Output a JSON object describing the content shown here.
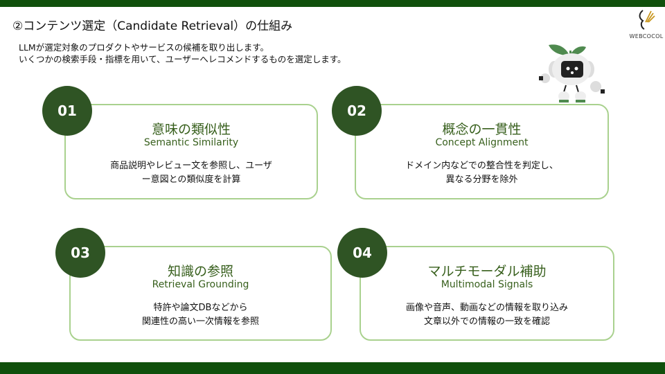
{
  "header": {
    "title": "②コンテンツ選定（Candidate Retrieval）の仕組み",
    "intro": [
      "LLMが選定対象のプロダクトやサービスの候補を取り出します。",
      "いくつかの検索手段・指標を用いて、ユーザーへレコメンドするものを選定します。"
    ]
  },
  "logo": {
    "text": "WEBCOCOL"
  },
  "cards": [
    {
      "num": "01",
      "title": "意味の類似性",
      "subtitle": "Semantic Similarity",
      "desc": [
        "商品説明やレビュー文を参照し、ユーザ",
        "ー意図との類似度を計算"
      ]
    },
    {
      "num": "02",
      "title": "概念の一貫性",
      "subtitle": "Concept Alignment",
      "desc": [
        "ドメイン内などでの整合性を判定し、",
        "異なる分野を除外"
      ]
    },
    {
      "num": "03",
      "title": "知識の参照",
      "subtitle": "Retrieval Grounding",
      "desc": [
        "特許や論文DBなどから",
        "関連性の高い一次情報を参照"
      ]
    },
    {
      "num": "04",
      "title": "マルチモーダル補助",
      "subtitle": "Multimodal Signals",
      "desc": [
        "画像や音声、動画などの情報を取り込み",
        "文章以外での情報の一致を確認"
      ]
    }
  ],
  "colors": {
    "bar": "#10500c",
    "circle": "#2f5424",
    "border": "#a9d18e",
    "accent": "#375f1c"
  }
}
